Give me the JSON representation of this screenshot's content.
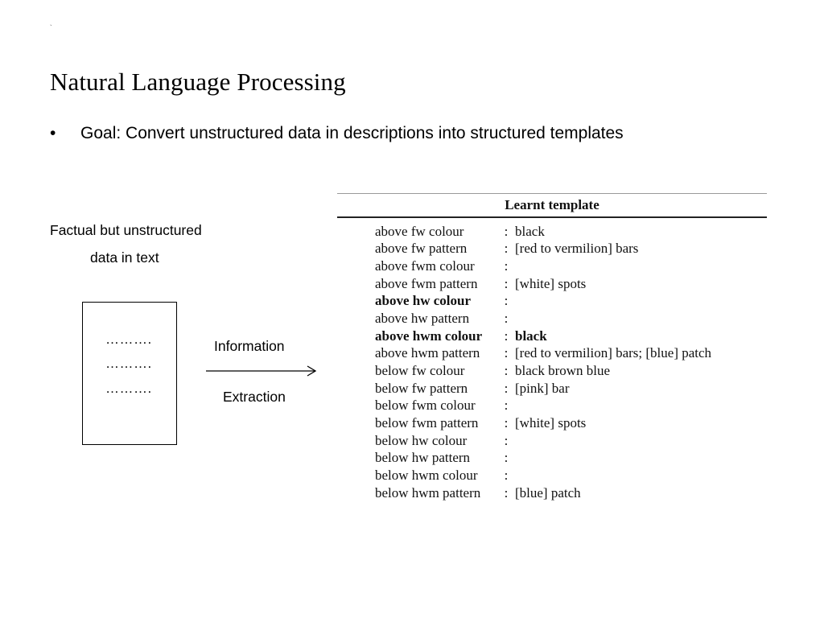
{
  "slide": {
    "tick": "`",
    "title": "Natural Language Processing",
    "bullet": "Goal: Convert unstructured data in descriptions into structured templates",
    "caption_line1": "Factual but unstructured",
    "caption_line2": "data in text",
    "box_lines": [
      "……….",
      "……….",
      "………."
    ],
    "arrow_label_top": "Information",
    "arrow_label_bottom": "Extraction"
  },
  "template": {
    "header": "Learnt template",
    "separator": ":",
    "rows": [
      {
        "key": "above fw colour",
        "value": "black",
        "bold": false
      },
      {
        "key": "above fw pattern",
        "value": "[red to vermilion] bars",
        "bold": false
      },
      {
        "key": "above fwm colour",
        "value": "",
        "bold": false
      },
      {
        "key": "above fwm pattern",
        "value": "[white] spots",
        "bold": false
      },
      {
        "key": "above hw colour",
        "value": "",
        "bold": true
      },
      {
        "key": "above hw pattern",
        "value": "",
        "bold": false
      },
      {
        "key": "above hwm colour",
        "value": "black",
        "bold": true
      },
      {
        "key": "above hwm pattern",
        "value": "[red to vermilion] bars; [blue] patch",
        "bold": false
      },
      {
        "key": "below fw colour",
        "value": "black brown blue",
        "bold": false
      },
      {
        "key": "below fw pattern",
        "value": "[pink] bar",
        "bold": false
      },
      {
        "key": "below fwm colour",
        "value": "",
        "bold": false
      },
      {
        "key": "below fwm pattern",
        "value": "[white] spots",
        "bold": false
      },
      {
        "key": "below hw colour",
        "value": "",
        "bold": false
      },
      {
        "key": "below hw pattern",
        "value": "",
        "bold": false
      },
      {
        "key": "below hwm colour",
        "value": "",
        "bold": false
      },
      {
        "key": "below hwm pattern",
        "value": "[blue] patch",
        "bold": false
      }
    ]
  }
}
